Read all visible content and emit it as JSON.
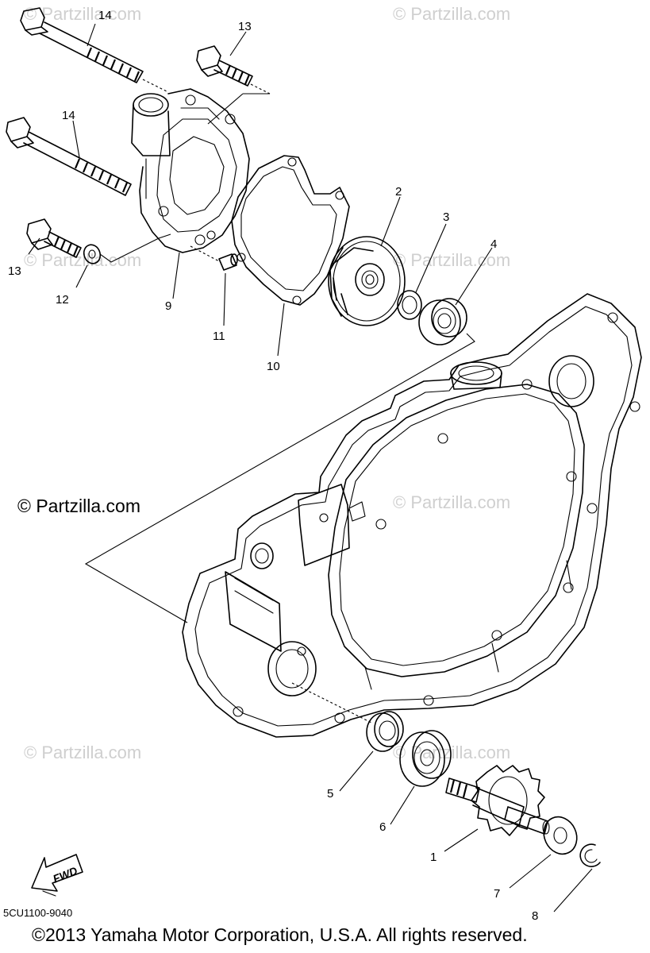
{
  "watermark": "© Partzilla.com",
  "copyright": "© Partzilla.com",
  "fwd_label": "FWD",
  "drawing_code": "5CU1100-9040",
  "footer": "©2013 Yamaha Motor Corporation, U.S.A. All rights reserved.",
  "callouts": {
    "c1": "1",
    "c2": "2",
    "c3": "3",
    "c4": "4",
    "c5": "5",
    "c6": "6",
    "c7": "7",
    "c8": "8",
    "c9": "9",
    "c10": "10",
    "c11": "11",
    "c12": "12",
    "c13a": "13",
    "c13b": "13",
    "c14a": "14",
    "c14b": "14"
  }
}
